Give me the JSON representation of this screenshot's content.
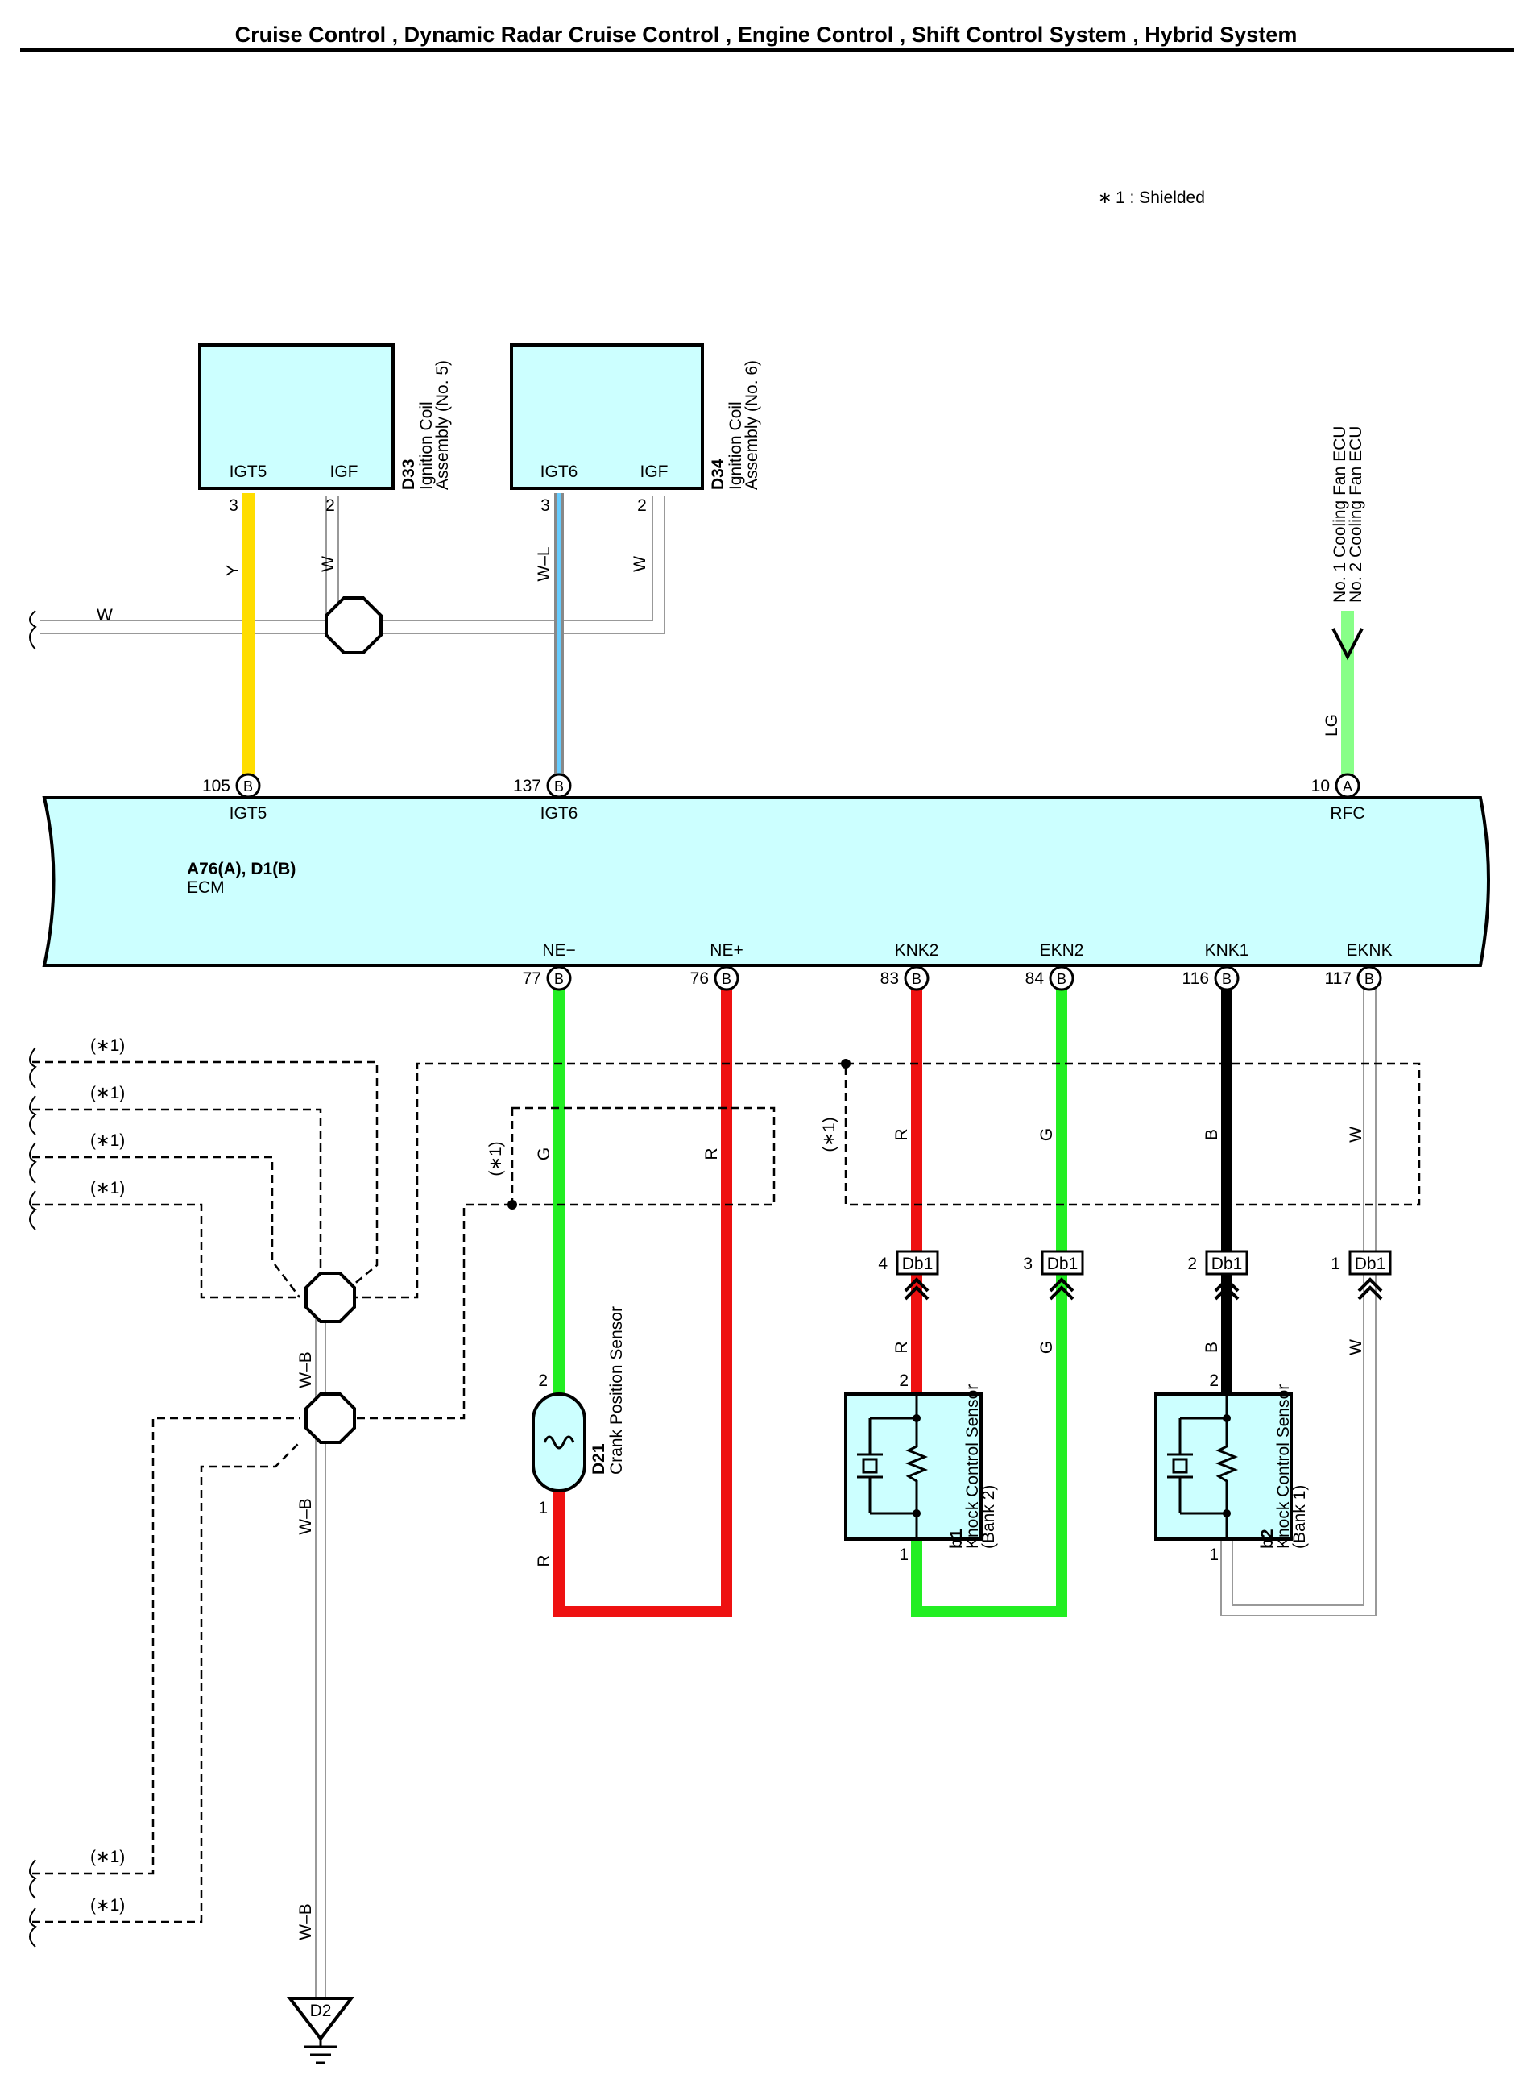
{
  "header": {
    "title": "Cruise Control , Dynamic Radar Cruise Control , Engine Control , Shift Control System , Hybrid System"
  },
  "legend": {
    "star": "∗",
    "note": "1 : Shielded"
  },
  "ecm": {
    "code": "A76(A), D1(B)",
    "name": "ECM",
    "top_pins": [
      {
        "num": "105",
        "conn": "B",
        "label": "IGT5"
      },
      {
        "num": "137",
        "conn": "B",
        "label": "IGT6"
      },
      {
        "num": "10",
        "conn": "A",
        "label": "RFC"
      }
    ],
    "bottom_pins": [
      {
        "num": "77",
        "conn": "B",
        "label": "NE−"
      },
      {
        "num": "76",
        "conn": "B",
        "label": "NE+"
      },
      {
        "num": "83",
        "conn": "B",
        "label": "KNK2"
      },
      {
        "num": "84",
        "conn": "B",
        "label": "EKN2"
      },
      {
        "num": "116",
        "conn": "B",
        "label": "KNK1"
      },
      {
        "num": "117",
        "conn": "B",
        "label": "EKNK"
      }
    ]
  },
  "coils": [
    {
      "code": "D33",
      "name_line1": "Ignition Coil",
      "name_line2": "Assembly (No. 5)",
      "pin_a": "IGT5",
      "pin_b": "IGF",
      "num_a": "3",
      "num_b": "2"
    },
    {
      "code": "D34",
      "name_line1": "Ignition Coil",
      "name_line2": "Assembly (No. 6)",
      "pin_a": "IGT6",
      "pin_b": "IGF",
      "num_a": "3",
      "num_b": "2"
    }
  ],
  "fan_ecu": {
    "line1": "No. 1 Cooling Fan ECU",
    "line2": "No. 2 Cooling Fan ECU"
  },
  "wires": {
    "w": "W",
    "y": "Y",
    "wl": "W–L",
    "lg": "LG",
    "g": "G",
    "r": "R",
    "b": "B",
    "wb": "W–B"
  },
  "shield_label": "(∗1)",
  "junction": {
    "name": "Db1",
    "pins": [
      "4",
      "3",
      "2",
      "1"
    ]
  },
  "crank_sensor": {
    "code": "D21",
    "name": "Crank Position Sensor",
    "pin_top": "2",
    "pin_bottom": "1"
  },
  "knock2": {
    "code": "b1",
    "name": "Knock Control Sensor",
    "sub": "(Bank 2)",
    "pin_top": "2",
    "pin_bottom": "1"
  },
  "knock1": {
    "code": "b2",
    "name": "Knock Control Sensor",
    "sub": "(Bank 1)",
    "pin_top": "2",
    "pin_bottom": "1"
  },
  "ground": {
    "code": "D2"
  },
  "colors": {
    "component_fill": "#ccffff",
    "yellow": "#ffdd00",
    "green": "#22ee22",
    "red": "#ee1111",
    "black": "#000000",
    "light_green": "#88ff88",
    "light_blue": "#66ccff",
    "gray": "#a0a0a0"
  }
}
